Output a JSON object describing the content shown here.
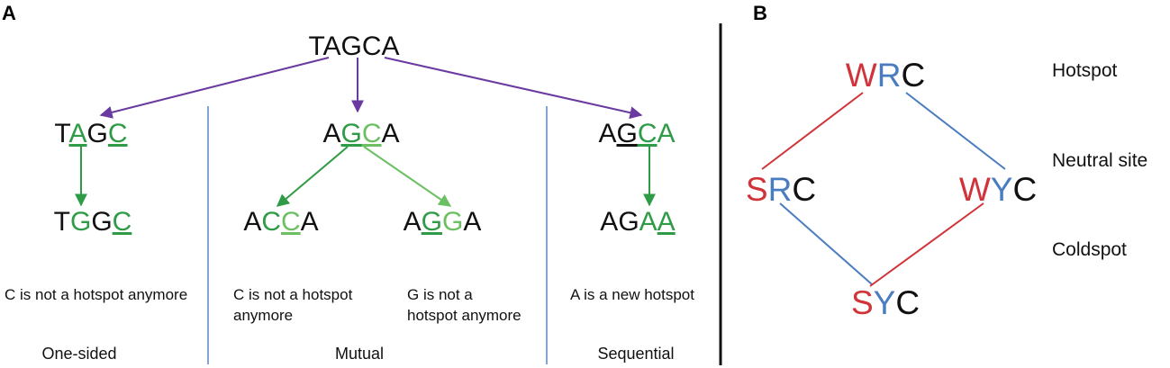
{
  "colors": {
    "black": "#111111",
    "green": "#2e9b46",
    "lightgreen": "#6cc063",
    "purple": "#6a3aa0",
    "red": "#d0343a",
    "blue": "#4a7cc0",
    "separator": "#5b86c4"
  },
  "panel_a": {
    "label": "A",
    "root": [
      {
        "t": "TAGCA",
        "c": "black"
      }
    ],
    "nodes": {
      "tagc": [
        {
          "t": "T",
          "c": "black"
        },
        {
          "t": "A",
          "c": "green",
          "u": true
        },
        {
          "t": "G",
          "c": "black"
        },
        {
          "t": "C",
          "c": "green",
          "u": true
        }
      ],
      "tggc": [
        {
          "t": "T",
          "c": "black"
        },
        {
          "t": "G",
          "c": "green"
        },
        {
          "t": "G",
          "c": "black"
        },
        {
          "t": "C",
          "c": "green",
          "u": true
        }
      ],
      "agca_mid": [
        {
          "t": "A",
          "c": "black"
        },
        {
          "t": "G",
          "c": "green",
          "u": true
        },
        {
          "t": "C",
          "c": "lightgreen",
          "u": true
        },
        {
          "t": "A",
          "c": "black"
        }
      ],
      "acca": [
        {
          "t": "A",
          "c": "black"
        },
        {
          "t": "C",
          "c": "green"
        },
        {
          "t": "C",
          "c": "lightgreen",
          "u": true
        },
        {
          "t": "A",
          "c": "black"
        }
      ],
      "agga": [
        {
          "t": "A",
          "c": "black"
        },
        {
          "t": "G",
          "c": "green",
          "u": true
        },
        {
          "t": "G",
          "c": "lightgreen"
        },
        {
          "t": "A",
          "c": "black"
        }
      ],
      "agca_right": [
        {
          "t": "A",
          "c": "black"
        },
        {
          "t": "G",
          "c": "black",
          "u": true
        },
        {
          "t": "C",
          "c": "green",
          "u": true
        },
        {
          "t": "A",
          "c": "green"
        }
      ],
      "agaa": [
        {
          "t": "A",
          "c": "black"
        },
        {
          "t": "G",
          "c": "black"
        },
        {
          "t": "A",
          "c": "green"
        },
        {
          "t": "A",
          "c": "green",
          "u": true
        }
      ]
    },
    "captions": {
      "one_sided": "C is not a hotspot anymore",
      "mutual_left_1": "C is not a hotspot",
      "mutual_left_2": "anymore",
      "mutual_right_1": "G is not a",
      "mutual_right_2": "hotspot anymore",
      "sequential": "A is a new hotspot"
    },
    "categories": {
      "one_sided": "One-sided",
      "mutual": "Mutual",
      "sequential": "Sequential"
    }
  },
  "panel_b": {
    "label": "B",
    "motifs": {
      "wrc": [
        {
          "t": "W",
          "c": "red"
        },
        {
          "t": "R",
          "c": "blue"
        },
        {
          "t": "C",
          "c": "black"
        }
      ],
      "src": [
        {
          "t": "S",
          "c": "red"
        },
        {
          "t": "R",
          "c": "blue"
        },
        {
          "t": "C",
          "c": "black"
        }
      ],
      "wyc": [
        {
          "t": "W",
          "c": "red"
        },
        {
          "t": "Y",
          "c": "blue"
        },
        {
          "t": "C",
          "c": "black"
        }
      ],
      "syc": [
        {
          "t": "S",
          "c": "red"
        },
        {
          "t": "Y",
          "c": "blue"
        },
        {
          "t": "C",
          "c": "black"
        }
      ]
    },
    "legend": {
      "hotspot": "Hotspot",
      "neutral": "Neutral site",
      "coldspot": "Coldspot"
    }
  }
}
